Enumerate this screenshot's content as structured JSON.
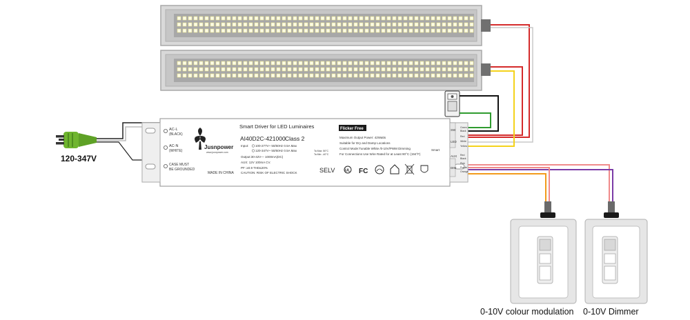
{
  "power": {
    "voltage": "120-347V"
  },
  "driver": {
    "title": "Smart Driver for LED Luminaires",
    "model": "AI40D2C-421000",
    "class_label": "Class  2",
    "brand": "Jusnpower",
    "brand_url": "www.jusnpower.com",
    "input_label": "Input:",
    "input_lines": [
      "100-277V~ 50/60Hz  0.5A Max",
      "120-347V~ 50/60Hz  0.5A Max"
    ],
    "output_line": "Output:30-42V— 1000mA(DC)",
    "aux_line": "AUX: 12V 100mA CV.",
    "pf_line": "PF: ≥0.9    THD≤20%",
    "caution": "CAUTION: RISK OF ELECTRIC SHOCK",
    "made_in": "MADE IN CHINA",
    "ta_lines": [
      "Ta Max: 50°C",
      "Ta Min: -40°C"
    ],
    "left_terminals": [
      {
        "name": "AC-L",
        "sub": "(BLACK)"
      },
      {
        "name": "AC-N",
        "sub": "(WHITE)"
      },
      {
        "name": "CASE MUST",
        "sub": "BE GROUNDED"
      }
    ],
    "flicker_free": "Flicker Free",
    "specs": [
      "Maximum Output Power: 42Watts",
      "Suitable for Dry and Damp Locations",
      "Control Mode:Tunable White /0-10V/PWM Dimming",
      "For Connections Use Wire Rated for at Least 90°C (194°F)"
    ],
    "certs": [
      "SELV",
      "UL",
      "FC"
    ],
    "right_groups": {
      "sw": {
        "label": "SW",
        "wires": [
          "Green",
          "Black"
        ]
      },
      "led": {
        "label": "LED",
        "wires": [
          "Red",
          "White",
          "Yellow"
        ]
      },
      "smart": "Smart",
      "aux": {
        "label": "AUX",
        "wires": [
          "Red",
          "Black"
        ]
      },
      "dim": {
        "label": "DIM",
        "wires": [
          "Pink",
          "Purple",
          "Orange"
        ]
      }
    }
  },
  "dimmers": [
    {
      "label": "0-10V  colour modulation"
    },
    {
      "label": "0-10V  Dimmer"
    }
  ],
  "colors": {
    "red": "#d42a2a",
    "yellow": "#f4d21a",
    "white_wire": "#c8c8c8",
    "black": "#111111",
    "green": "#2e9b2e",
    "pink": "#f08a8a",
    "orange": "#f29a1a",
    "purple": "#7a3aa6",
    "plug": "#6fb52f"
  }
}
